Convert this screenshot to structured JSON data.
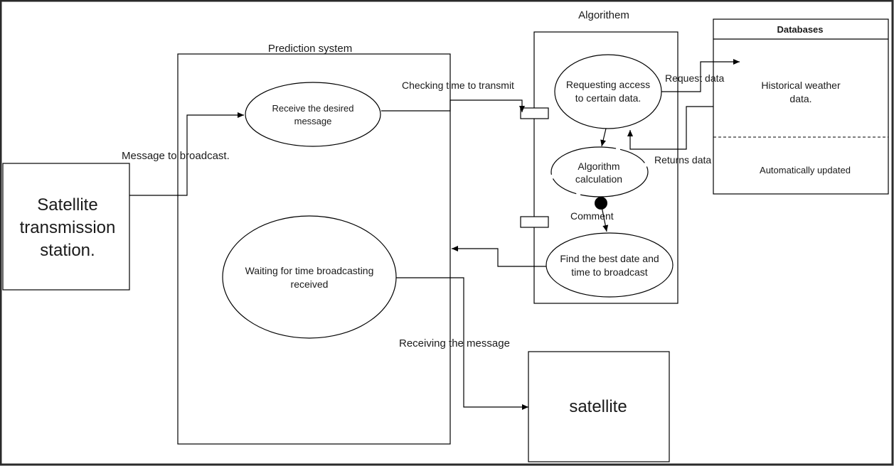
{
  "diagram": {
    "station": {
      "lines": [
        "Satellite",
        "transmission",
        "station."
      ]
    },
    "prediction_system": {
      "title": "Prediction system",
      "receive": [
        "Receive the desired",
        "message"
      ],
      "waiting": [
        "Waiting for  time broadcasting",
        "received"
      ]
    },
    "algorithm": {
      "title": "Algorithem",
      "request_access": [
        "Requesting access",
        "to certain data."
      ],
      "calculation": [
        "Algorithm",
        "calculation"
      ],
      "best_date": [
        "Find the best date and",
        "time to broadcast"
      ]
    },
    "databases": {
      "title": "Databases",
      "historical": [
        "Historical weather",
        "data."
      ],
      "auto": "Automatically updated"
    },
    "satellite": {
      "label": "satellite"
    },
    "edges": {
      "message_to_broadcast": "Message to broadcast.",
      "checking_time": "Checking time to transmit",
      "request_data": "Request data",
      "returns_data": "Returns data",
      "comment": "Comment",
      "receiving_message": "Receiving the message"
    }
  }
}
